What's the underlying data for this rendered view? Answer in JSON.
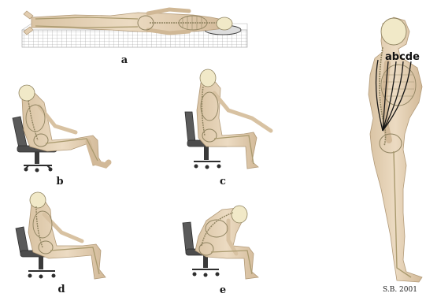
{
  "labels": {
    "a": "a",
    "b": "b",
    "c": "c",
    "d": "d",
    "e": "e"
  },
  "standing_figure": {
    "curve_letters": "abcde"
  },
  "credit": "S.B. 2001",
  "colors": {
    "skin": "#e9d6bd",
    "skin_shade": "#d4bc9c",
    "bone": "#f1e9c8",
    "bone_shade": "#a99a6e",
    "chair": "#555555",
    "chair_dark": "#2e2e2e",
    "grid": "#9a9a9a",
    "curve": "#151515"
  }
}
